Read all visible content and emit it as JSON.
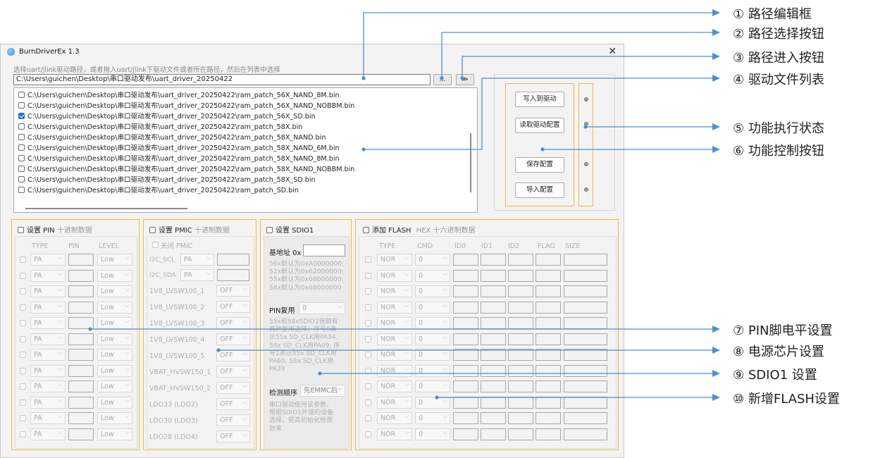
{
  "window": {
    "title": "BurnDriverEx 1.3",
    "close": "✕"
  },
  "hint": "选择uart/jlink驱动路径，或者拖入uart/jlink下驱动文件或者所在路径，然后在列表中选择",
  "path_input": {
    "value": "C:\\Users\\guichen\\Desktop\\串口驱动发布\\uart_driver_20250422"
  },
  "path_buttons": {
    "browse": "…",
    "enter": "≫"
  },
  "files": [
    {
      "path": "C:\\Users\\guichen\\Desktop\\串口驱动发布\\uart_driver_20250422\\ram_patch_56X_NAND_8M.bin",
      "checked": false
    },
    {
      "path": "C:\\Users\\guichen\\Desktop\\串口驱动发布\\uart_driver_20250422\\ram_patch_56X_NAND_NOBBM.bin",
      "checked": false
    },
    {
      "path": "C:\\Users\\guichen\\Desktop\\串口驱动发布\\uart_driver_20250422\\ram_patch_56X_SD.bin",
      "checked": true
    },
    {
      "path": "C:\\Users\\guichen\\Desktop\\串口驱动发布\\uart_driver_20250422\\ram_patch_58X.bin",
      "checked": false
    },
    {
      "path": "C:\\Users\\guichen\\Desktop\\串口驱动发布\\uart_driver_20250422\\ram_patch_58X_NAND.bin",
      "checked": false
    },
    {
      "path": "C:\\Users\\guichen\\Desktop\\串口驱动发布\\uart_driver_20250422\\ram_patch_58X_NAND_6M.bin",
      "checked": false
    },
    {
      "path": "C:\\Users\\guichen\\Desktop\\串口驱动发布\\uart_driver_20250422\\ram_patch_58X_NAND_8M.bin",
      "checked": false
    },
    {
      "path": "C:\\Users\\guichen\\Desktop\\串口驱动发布\\uart_driver_20250422\\ram_patch_58X_NAND_NOBBM.bin",
      "checked": false
    },
    {
      "path": "C:\\Users\\guichen\\Desktop\\串口驱动发布\\uart_driver_20250422\\ram_patch_58X_SD.bin",
      "checked": false
    },
    {
      "path": "C:\\Users\\guichen\\Desktop\\串口驱动发布\\uart_driver_20250422\\ram_patch_SD.bin",
      "checked": false
    }
  ],
  "controls": {
    "write": "写入到驱动",
    "read": "读取驱动配置",
    "save": "保存配置",
    "import": "导入配置"
  },
  "pin": {
    "title": "设置 PIN",
    "subtitle": "十进制数据",
    "headers": {
      "type": "TYPE",
      "pin": "PIN",
      "level": "LEVEL"
    },
    "rows": [
      {
        "type": "PA",
        "level": "Low"
      },
      {
        "type": "PA",
        "level": "Low"
      },
      {
        "type": "PA",
        "level": "Low"
      },
      {
        "type": "PA",
        "level": "Low"
      },
      {
        "type": "PA",
        "level": "Low"
      },
      {
        "type": "PA",
        "level": "Low"
      },
      {
        "type": "PA",
        "level": "Low"
      },
      {
        "type": "PA",
        "level": "Low"
      },
      {
        "type": "PA",
        "level": "Low"
      },
      {
        "type": "PA",
        "level": "Low"
      },
      {
        "type": "PA",
        "level": "Low"
      },
      {
        "type": "PA",
        "level": "Low"
      }
    ]
  },
  "pmic": {
    "title": "设置 PMIC",
    "subtitle": "十进制数据",
    "close_label": "关闭 PMIC",
    "i2c": [
      {
        "label": "I2C_SCL",
        "value": "PA"
      },
      {
        "label": "I2C_SDA",
        "value": "PA"
      }
    ],
    "rows": [
      {
        "label": "1V8_LVSW100_1",
        "value": "OFF"
      },
      {
        "label": "1V8_LVSW100_2",
        "value": "OFF"
      },
      {
        "label": "1V8_LVSW100_3",
        "value": "OFF"
      },
      {
        "label": "1V8_LVSW100_4",
        "value": "OFF"
      },
      {
        "label": "1V8_LVSW100_5",
        "value": "OFF"
      },
      {
        "label": "VBAT_HVSW150_1",
        "value": "OFF"
      },
      {
        "label": "VBAT_HVSW150_2",
        "value": "OFF"
      },
      {
        "label": "LDO33 (LDO2)",
        "value": "OFF"
      },
      {
        "label": "LDO30 (LDO3)",
        "value": "OFF"
      },
      {
        "label": "LDO28 (LDO4)",
        "value": "OFF"
      }
    ]
  },
  "sdio": {
    "title": "设置 SDIO1",
    "base_label": "基地址 0x",
    "base_help": "56x默认为0xA0000000;\n52x默认为0x62000000;\n55x默认为0x68000000;\n58x默认为0x68000000",
    "pin_label": "PIN复用",
    "pin_value": "0",
    "pin_help": "55x和58xSDIO1管脚有\n两种复用选择：序号0表\n示55x SD_CLK用PA34,\n58x SD_CLK用PA09; 序\n号1表示55x SD_CLK用\nPA60, 58x SD_CLK用\nPA39",
    "order_label": "检测顺序",
    "order_value": "先EMMC后",
    "order_help": "串口驱动使用该参数，\n根据SDIO1外接的设备\n选择，提高初始化检测\n效率"
  },
  "flash": {
    "title": "添加 FLASH",
    "subtitle": "HEX 十六进制数据",
    "headers": [
      "TYPE",
      "CMD",
      "ID0",
      "ID1",
      "ID2",
      "FLAG",
      "SIZE"
    ],
    "rows": [
      {
        "type": "NOR",
        "cmd": "0"
      },
      {
        "type": "NOR",
        "cmd": "0"
      },
      {
        "type": "NOR",
        "cmd": "0"
      },
      {
        "type": "NOR",
        "cmd": "0"
      },
      {
        "type": "NOR",
        "cmd": "0"
      },
      {
        "type": "NOR",
        "cmd": "0"
      },
      {
        "type": "NOR",
        "cmd": "0"
      },
      {
        "type": "NOR",
        "cmd": "0"
      },
      {
        "type": "NOR",
        "cmd": "0"
      },
      {
        "type": "NOR",
        "cmd": "0"
      },
      {
        "type": "NOR",
        "cmd": "0"
      },
      {
        "type": "NOR",
        "cmd": "0"
      }
    ]
  },
  "annotations": [
    "① 路径编辑框",
    "② 路径选择按钮",
    "③ 路径进入按钮",
    "④ 驱动文件列表",
    "⑤ 功能执行状态",
    "⑥ 功能控制按钮",
    "⑦ PIN脚电平设置",
    "⑧ 电源芯片设置",
    "⑨ SDIO1 设置",
    "⑩ 新增FLASH设置"
  ],
  "colors": {
    "annotation_line": "#4a8fd4",
    "highlight": "#f2b836",
    "check": "#2a6fd0"
  }
}
